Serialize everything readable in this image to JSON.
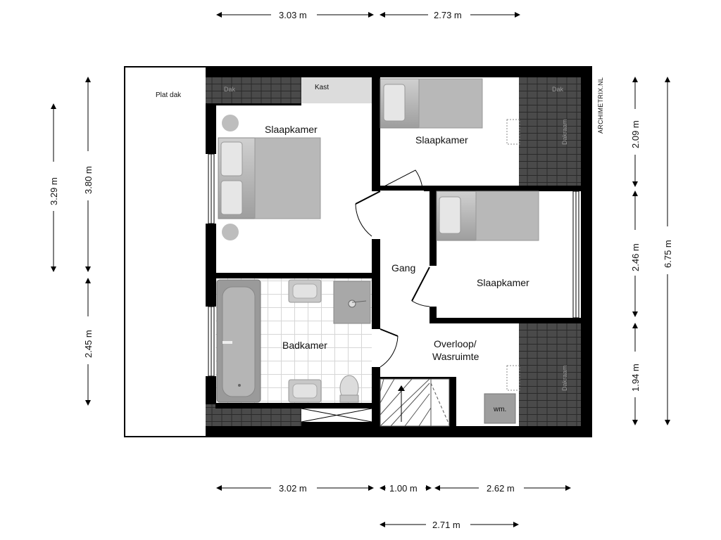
{
  "rooms": {
    "plat_dak": "Plat dak",
    "dak_left": "Dak",
    "kast": "Kast",
    "dak_right": "Dak",
    "slaapkamer_1": "Slaapkamer",
    "slaapkamer_2": "Slaapkamer",
    "slaapkamer_3": "Slaapkamer",
    "gang": "Gang",
    "badkamer": "Badkamer",
    "overloop_line1": "Overloop/",
    "overloop_line2": "Wasruimte",
    "dakraam_1": "Dakraam",
    "dakraam_2": "Dakraam",
    "wm": "wm."
  },
  "brand": "ARCHIMETRIX.NL",
  "dimensions": {
    "top_left": "3.03 m",
    "top_right": "2.73 m",
    "bottom_left": "3.02 m",
    "bottom_mid": "1.00 m",
    "bottom_right": "2.62 m",
    "bottom_lower": "2.71 m",
    "left_outer": "3.29 m",
    "left_upper": "3.80 m",
    "left_lower": "2.45 m",
    "right_top": "2.09 m",
    "right_mid": "2.46 m",
    "right_bottom": "1.94 m",
    "right_total": "6.75 m"
  },
  "colors": {
    "wall": "#000000",
    "roof_tile": "#3a3a3a",
    "furniture": "#bdbdbd",
    "tile_floor": "#ffffff"
  }
}
